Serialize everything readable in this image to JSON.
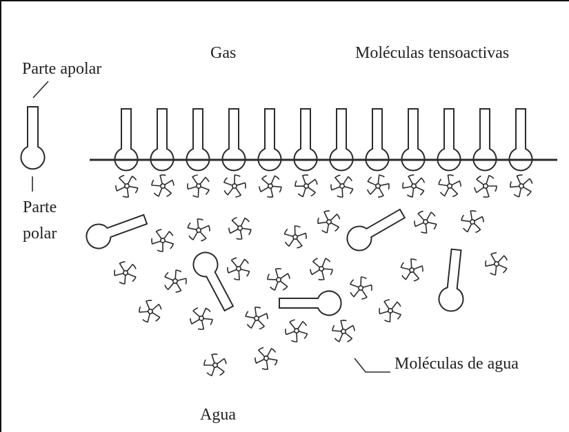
{
  "labels": {
    "gas": "Gas",
    "surfactants": "Moléculas tensoactivas",
    "nonpolar_part": "Parte apolar",
    "polar_part_line1": "Parte",
    "polar_part_line2": "polar",
    "water_molecules": "Moléculas de agua",
    "water": "Agua"
  },
  "colors": {
    "ink": "#2a2a2a",
    "background": "#ffffff"
  },
  "icons": {
    "surfactant": "lollipop-molecule-icon",
    "water": "pinwheel-water-molecule-icon"
  }
}
